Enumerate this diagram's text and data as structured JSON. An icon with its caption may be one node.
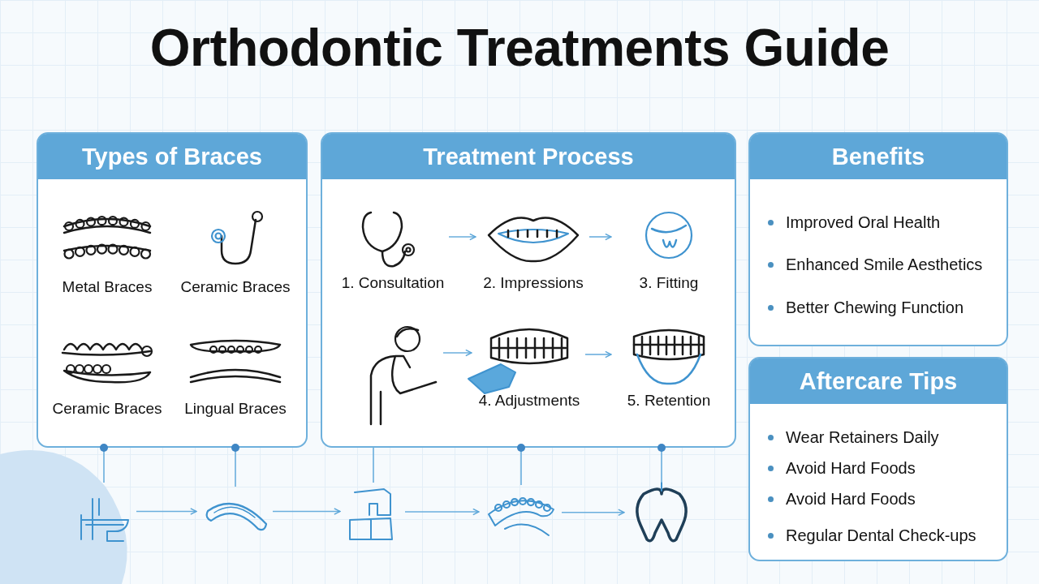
{
  "diagram": {
    "title": "Orthodontic Treatments Guide",
    "nodes": [
      {
        "text": [
          "Types of Braces"
        ]
      },
      {
        "text": [
          "Metal Braces"
        ],
        "in": 0
      },
      {
        "text": [
          "Ceramic Braces"
        ],
        "in": 0
      },
      {
        "text": [
          "Ceramic Braces"
        ],
        "in": 0
      },
      {
        "text": [
          "Lingual Braces"
        ],
        "in": 0
      },
      {
        "text": [
          "Treatment Process"
        ]
      },
      {
        "text": [
          "1. Consultation"
        ],
        "in": 5
      },
      {
        "text": [
          "2. Impressions"
        ],
        "in": 5
      },
      {
        "text": [
          "3. Fitting"
        ],
        "in": 5
      },
      {
        "text": [],
        "shape": "picture",
        "in": 5
      },
      {
        "text": [
          "4. Adjustments"
        ],
        "in": 5
      },
      {
        "text": [
          "5. Retention"
        ],
        "in": 5
      },
      {
        "text": [
          "Benefits",
          "Improved Oral Health",
          "Enhanced Smile Aesthetics",
          "Better Chewing Function"
        ]
      },
      {
        "text": [
          "Aftercare Tips",
          "Wear Retainers Daily",
          "Avoid Hard Foods",
          "Avoid Hard Foods",
          "Regular Dental Check-ups"
        ]
      },
      {
        "text": [],
        "shape": "picture"
      },
      {
        "text": [],
        "shape": "picture"
      },
      {
        "text": [],
        "shape": "picture"
      },
      {
        "text": [],
        "shape": "picture"
      },
      {
        "text": [],
        "shape": "picture"
      }
    ],
    "edges": [
      {
        "from": 6,
        "to": 7,
        "arrow": "to"
      },
      {
        "from": 7,
        "to": 8,
        "arrow": "to"
      },
      {
        "from": 9,
        "to": 10,
        "arrow": "to"
      },
      {
        "from": 10,
        "to": 11,
        "arrow": "to"
      },
      {
        "from": 14,
        "to": 15,
        "arrow": "to"
      },
      {
        "from": 15,
        "to": 16,
        "arrow": "to"
      },
      {
        "from": 16,
        "to": 17,
        "arrow": "to"
      },
      {
        "from": 17,
        "to": 18,
        "arrow": "to"
      },
      {
        "from": 0,
        "to": 14,
        "arrow": "other"
      },
      {
        "from": 0,
        "to": 15,
        "arrow": "other"
      },
      {
        "from": 5,
        "to": 16,
        "arrow": "none"
      },
      {
        "from": 5,
        "to": 17,
        "arrow": "other"
      },
      {
        "from": 5,
        "to": 18,
        "arrow": "other"
      }
    ]
  }
}
